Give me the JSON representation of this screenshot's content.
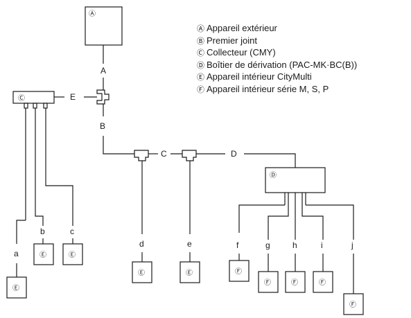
{
  "legend": [
    {
      "mark": "Ⓐ",
      "text": "Appareil extérieur"
    },
    {
      "mark": "Ⓑ",
      "text": "Premier joint"
    },
    {
      "mark": "Ⓒ",
      "text": "Collecteur (CMY)"
    },
    {
      "mark": "Ⓓ",
      "text": "Boîtier de dérivation (PAC-MK·BC(B))"
    },
    {
      "mark": "Ⓔ",
      "text": "Appareil intérieur CityMulti"
    },
    {
      "mark": "Ⓕ",
      "text": "Appareil intérieur série M, S, P"
    }
  ],
  "units": {
    "outdoor": "Ⓐ",
    "collector": "Ⓒ",
    "branch_box": "Ⓓ",
    "indoor_e": "Ⓔ",
    "indoor_f": "Ⓕ"
  },
  "pipes": {
    "A": "A",
    "B": "B",
    "C": "C",
    "D": "D",
    "E": "E",
    "a": "a",
    "b": "b",
    "c": "c",
    "d": "d",
    "e": "e",
    "f": "f",
    "g": "g",
    "h": "h",
    "i": "i",
    "j": "j"
  }
}
